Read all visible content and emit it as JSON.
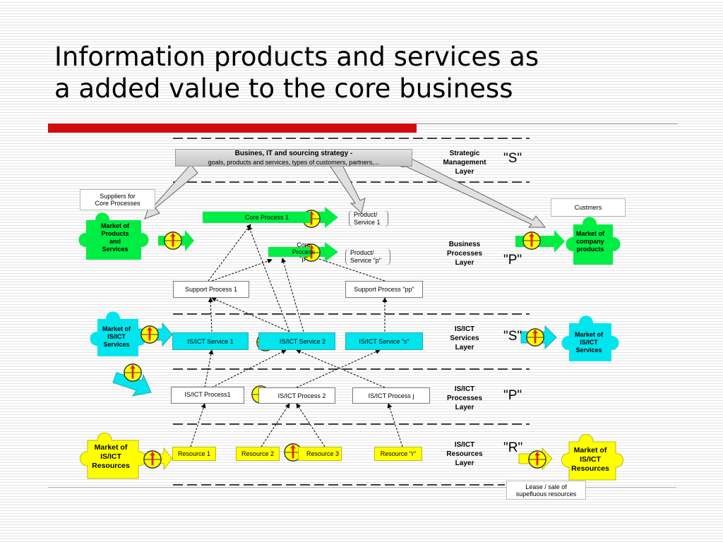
{
  "title": {
    "line1": "Information products and services as",
    "line2": "a added value to the core business"
  },
  "strategy": {
    "heading": "Busines, IT and sourcing strategy -",
    "subtitle": "goals, products and services, types of customers, partners,..."
  },
  "layers": {
    "strategic": [
      "Strategic",
      "Management",
      "Layer"
    ],
    "business": [
      "Business",
      "Processes",
      "Layer"
    ],
    "services": [
      "IS/ICT",
      "Services",
      "Layer"
    ],
    "processes": [
      "IS/ICT",
      "Processes",
      "Layer"
    ],
    "resources": [
      "IS/ICT",
      "Resources",
      "Layer"
    ]
  },
  "codes": {
    "strategic": "\"S\"",
    "business": "\"P\"",
    "services": "\"S\"",
    "processes": "\"P\"",
    "resources": "\"R\""
  },
  "notes": {
    "suppliers": [
      "Suppliers for",
      "Core Processes"
    ],
    "customers": "Custmers",
    "lease": [
      "Lease / sale of",
      "supefluous resources"
    ]
  },
  "core_processes": [
    "Core Process 1",
    "Core Process \"p\""
  ],
  "products": [
    [
      "Product/",
      "Service 1"
    ],
    [
      "Product/",
      "Service \"p\""
    ]
  ],
  "support_processes": [
    "Support Process 1",
    "Support Process \"pp\""
  ],
  "ict_services": [
    "IS/ICT Service 1",
    "IS/ICT Service 2",
    "IS/ICT Service \"s\""
  ],
  "ict_processes": [
    "IS/ICT Process1",
    "IS/ICT Process 2",
    "IS/ICT Process j"
  ],
  "resources": [
    "Resource 1",
    "Resource 2",
    "Resource 3",
    "Resource \"r\""
  ],
  "puzzles": {
    "market_products": [
      "Market of",
      "Products",
      "and",
      "Services"
    ],
    "market_company": [
      "Market  of",
      "company",
      "products"
    ],
    "market_ict_services_left": [
      "Market of",
      "IS/ICT",
      "Services"
    ],
    "market_ict_services_right": [
      "Market of",
      "IS/ICT",
      "Services"
    ],
    "market_ict_resources_left": [
      "Market of",
      "IS/ICT",
      "Resources"
    ],
    "market_ict_resources_right": [
      "Market of",
      "IS/ICT",
      "Resources"
    ]
  },
  "colors": {
    "accent_red": "#d10a10",
    "business_green": "#00ee44",
    "ict_cyan": "#00e5ee",
    "resource_yellow": "#ffff00",
    "meter_red": "#e02020"
  },
  "icons": {
    "meter": "gauge-icon",
    "arrow": "block-arrow-icon"
  }
}
